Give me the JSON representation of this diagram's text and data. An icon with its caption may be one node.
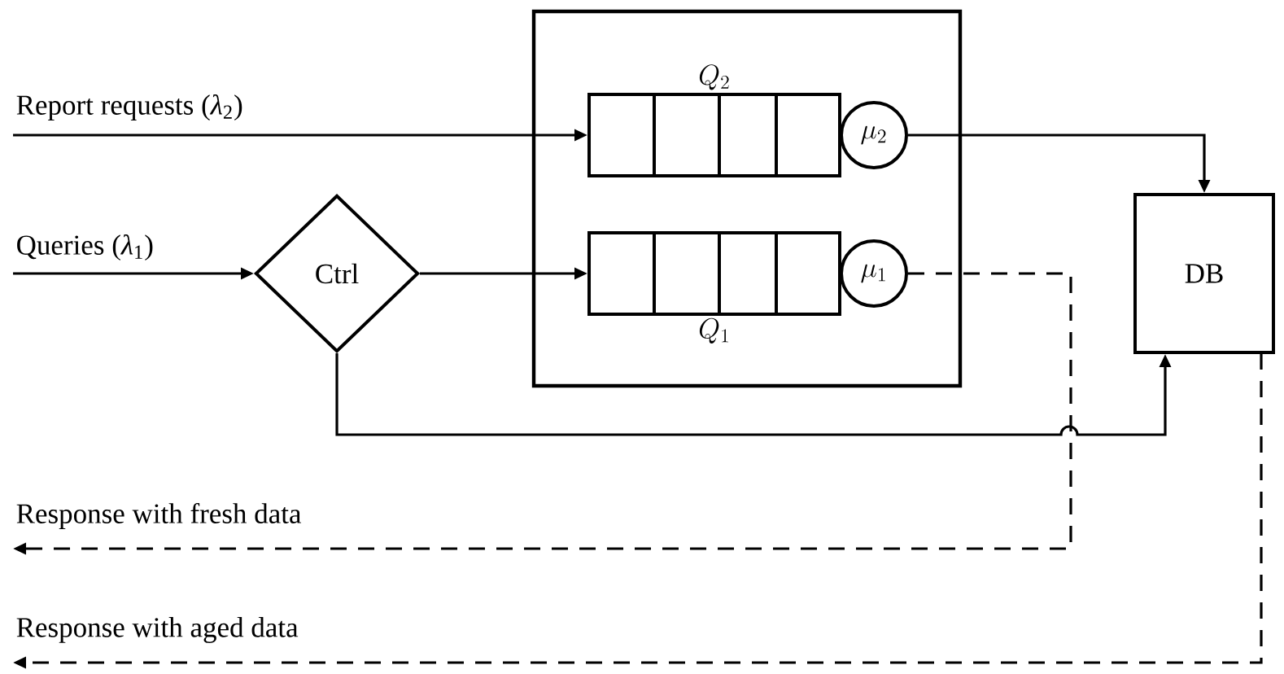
{
  "diagram": {
    "nodes": [
      {
        "text": [],
        "shape": "box"
      },
      {
        "text": [
          "Q_2"
        ],
        "in": 0
      },
      {
        "text": [
          "\\mu_2"
        ],
        "in": 0
      },
      {
        "text": [
          "Q_1"
        ],
        "in": 0
      },
      {
        "text": [
          "\\mu_1"
        ],
        "in": 0
      },
      {
        "text": [
          "Ctrl"
        ]
      },
      {
        "text": [
          "DB"
        ]
      }
    ],
    "edges": [
      {
        "from": null,
        "to": 1,
        "arrow": "to",
        "label": "Report requests (*λ*$_{2}$)"
      },
      {
        "from": null,
        "to": 5,
        "arrow": "to",
        "label": "Queries (*λ*$_{1}$)"
      },
      {
        "from": 5,
        "to": 3,
        "arrow": "to"
      },
      {
        "from": 2,
        "to": 6,
        "arrow": "to"
      },
      {
        "from": 5,
        "to": 6,
        "arrow": "to"
      },
      {
        "from": 4,
        "to": null,
        "arrow": "to",
        "style": "dashed",
        "label": "Response with fresh data"
      },
      {
        "from": 6,
        "to": null,
        "arrow": "to",
        "style": "dashed",
        "label": "Response with aged data"
      }
    ]
  }
}
